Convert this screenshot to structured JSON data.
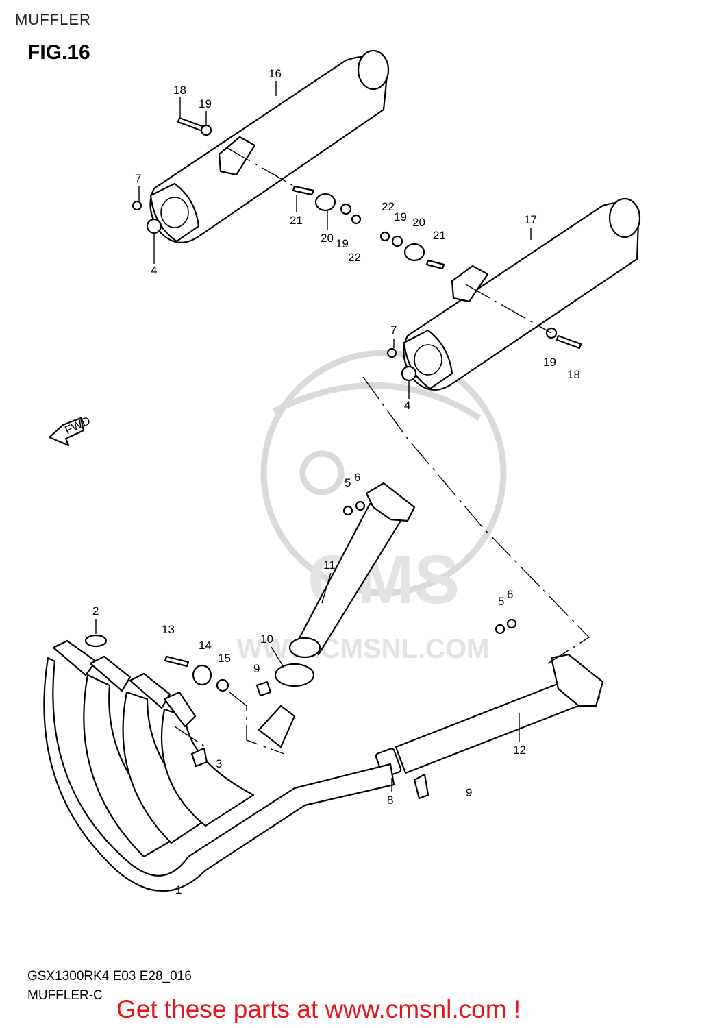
{
  "header": {
    "section_title": "MUFFLER",
    "figure_label": "FIG.16"
  },
  "footer": {
    "diagram_code": "GSX1300RK4 E03 E28_016",
    "catalog_ref": "MUFFLER-C",
    "promo_text": "Get these parts at www.cmsnl.com !"
  },
  "watermark": {
    "brand": "CMS",
    "site": "WWW.CMSNL.COM"
  },
  "fwd_badge": "FWD",
  "colors": {
    "promo": "#e8141b",
    "watermark": "#d9d9d9",
    "line": "#000000"
  },
  "part_labels": [
    "16",
    "18",
    "19",
    "7",
    "21",
    "20",
    "19",
    "22",
    "4",
    "22",
    "19",
    "20",
    "21",
    "17",
    "7",
    "19",
    "18",
    "4",
    "5",
    "6",
    "11",
    "5",
    "6",
    "2",
    "13",
    "14",
    "15",
    "10",
    "9",
    "12",
    "3",
    "8",
    "9",
    "1"
  ]
}
